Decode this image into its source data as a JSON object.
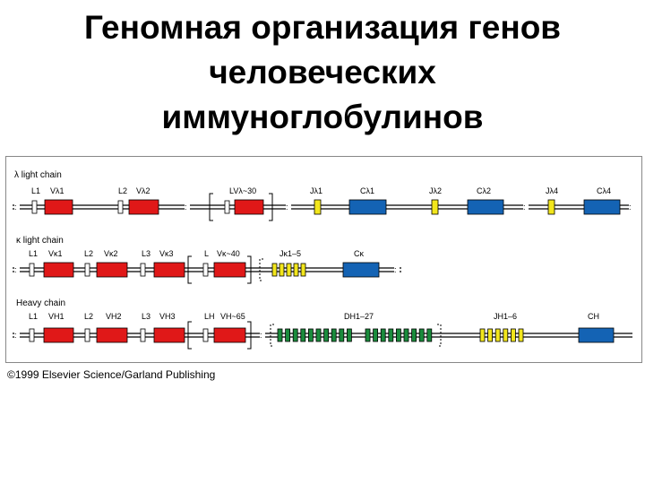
{
  "title": {
    "line1": "Геномная организация генов",
    "line2": "человеческих",
    "line3": "иммуноглобулинов"
  },
  "colors": {
    "v_segment": "#e01818",
    "j_segment_light": "#f2e61c",
    "d_segment": "#1a8c3c",
    "c_segment": "#1463b4",
    "leader": "#ffffff",
    "dna_line": "#000000"
  },
  "lambda_chain": {
    "title": "λ light chain",
    "labels": [
      "L1",
      "Vλ1",
      "L2",
      "Vλ2",
      "LVλ~30",
      "Jλ1",
      "Cλ1",
      "Jλ2",
      "Cλ2",
      "Jλ4",
      "Cλ4"
    ]
  },
  "kappa_chain": {
    "title": "κ light chain",
    "labels": [
      "L1",
      "Vκ1",
      "L2",
      "Vκ2",
      "L3",
      "Vκ3",
      "L",
      "Vκ~40",
      "Jκ1–5",
      "Cκ"
    ]
  },
  "heavy_chain": {
    "title": "Heavy chain",
    "labels": [
      "L1",
      "VH1",
      "L2",
      "VH2",
      "L3",
      "VH3",
      "LH",
      "VH~65",
      "DH1–27",
      "JH1–6",
      "CH"
    ]
  },
  "copyright": "©1999 Elsevier Science/Garland Publishing"
}
